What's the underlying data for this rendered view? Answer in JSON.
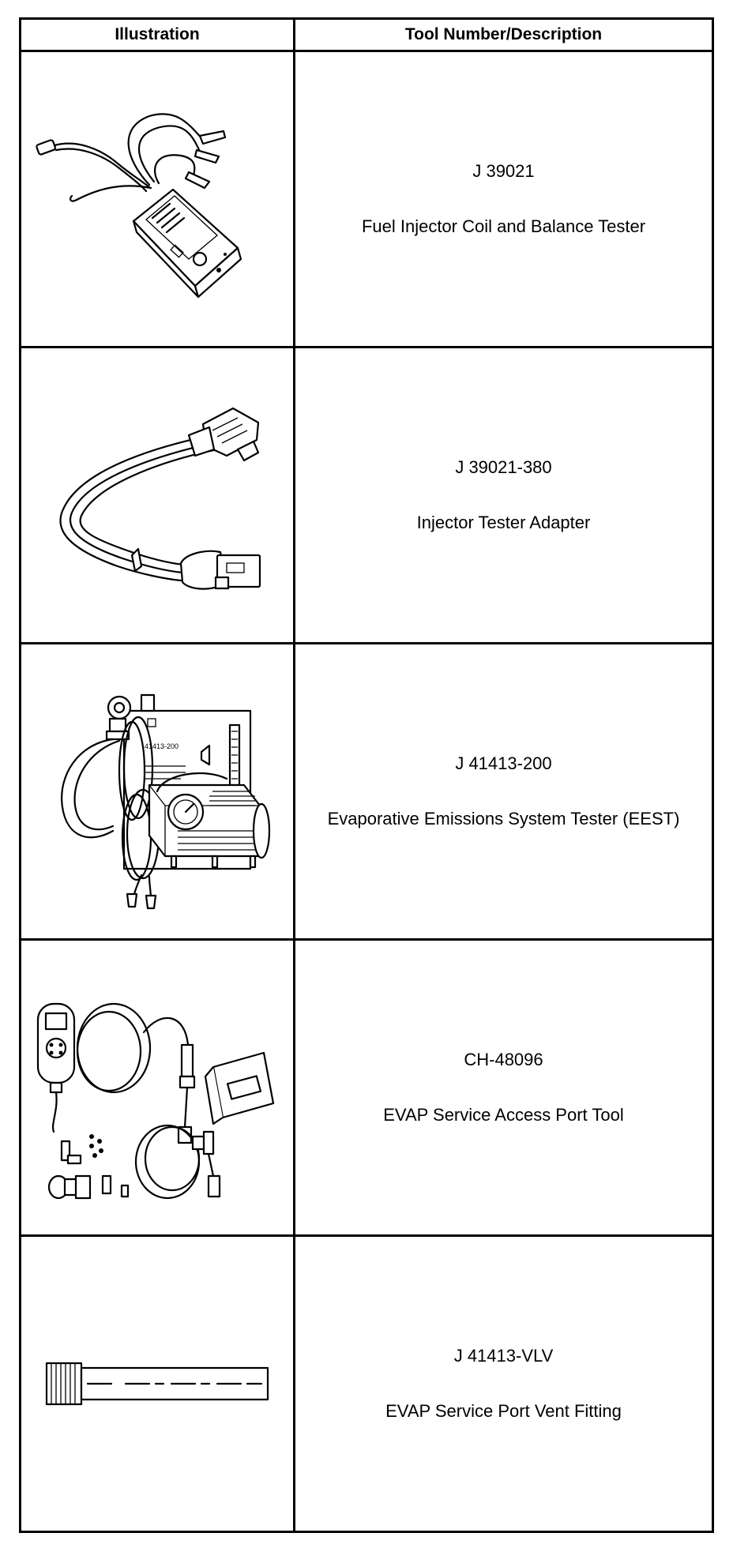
{
  "table": {
    "headers": {
      "illustration": "Illustration",
      "tool": "Tool Number/Description"
    },
    "rows": [
      {
        "number": "J 39021",
        "description": "Fuel Injector Coil and Balance Tester",
        "illustration_icon": "injector-tester-icon"
      },
      {
        "number": "J 39021-380",
        "description": "Injector Tester Adapter",
        "illustration_icon": "tester-adapter-harness-icon"
      },
      {
        "number": "J 41413-200",
        "description": "Evaporative Emissions System Tester (EEST)",
        "illustration_icon": "evap-tester-icon",
        "device_label": "41413-200"
      },
      {
        "number": "CH-48096",
        "description": "EVAP Service Access Port Tool",
        "illustration_icon": "access-port-tool-kit-icon"
      },
      {
        "number": "J 41413-VLV",
        "description": "EVAP Service Port Vent Fitting",
        "illustration_icon": "vent-fitting-icon"
      }
    ]
  }
}
